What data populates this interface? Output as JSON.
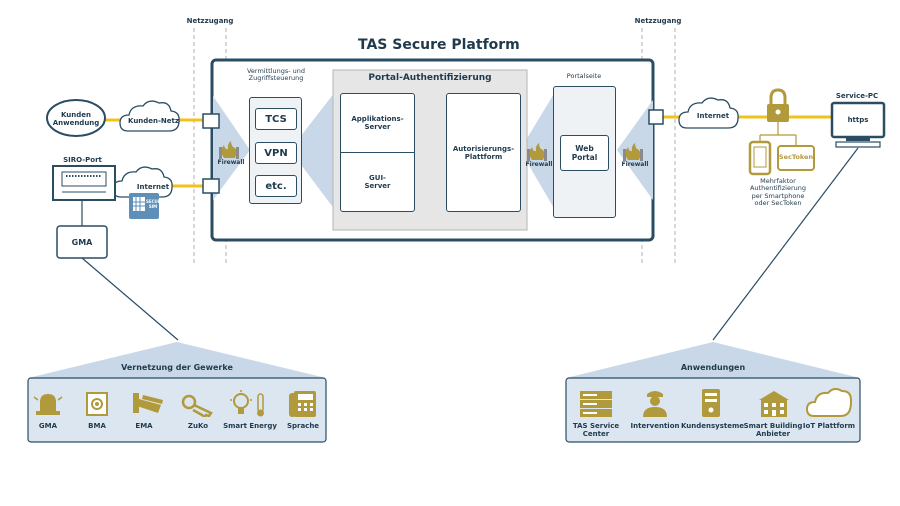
{
  "title": "TAS Secure Platform",
  "network_access": [
    "Netzzugang",
    "Netzzugang"
  ],
  "left": {
    "customer_app": "Kunden\nAnwendung",
    "customer_net": "Kunden-Netz",
    "siro_port": "SIRO-Port",
    "internet": "Internet",
    "gma": "GMA",
    "secure_sim": "SECURE SIM",
    "firewall": "Firewall"
  },
  "platform": {
    "mediation_title": "Vermittlungs- und\nZugriffsteuerung",
    "mediation_items": [
      "TCS",
      "VPN",
      "etc."
    ],
    "auth_title": "Portal-Authentifizierung",
    "app_server": "Applikations-\nServer",
    "gui_server": "GUI-\nServer",
    "auth_platform": "Autorisierungs-\nPlattform",
    "firewall_mid": "Firewall",
    "portal_title": "Portalseite",
    "web_portal": "Web\nPortal",
    "firewall_right": "Firewall"
  },
  "right": {
    "internet": "Internet",
    "sectoken": "SecToken",
    "mfa": "Mehrfaktor\nAuthentifizierung\nper Smartphone\noder SecToken",
    "service_pc": "Service-PC",
    "https": "https"
  },
  "bottom_left": {
    "title": "Vernetzung der Gewerke",
    "items": [
      "GMA",
      "BMA",
      "EMA",
      "ZuKo",
      "Smart Energy",
      "Sprache"
    ]
  },
  "bottom_right": {
    "title": "Anwendungen",
    "items": [
      "TAS Service\nCenter",
      "Intervention",
      "Kundensysteme",
      "Smart Building\nAnbieter",
      "IoT Plattform"
    ]
  },
  "colors": {
    "navy": "#2a4d63",
    "light_blue": "#c8d8e8",
    "gold": "#f2c21b",
    "olive": "#b09a3c",
    "gray_panel": "#e6e6e6"
  }
}
